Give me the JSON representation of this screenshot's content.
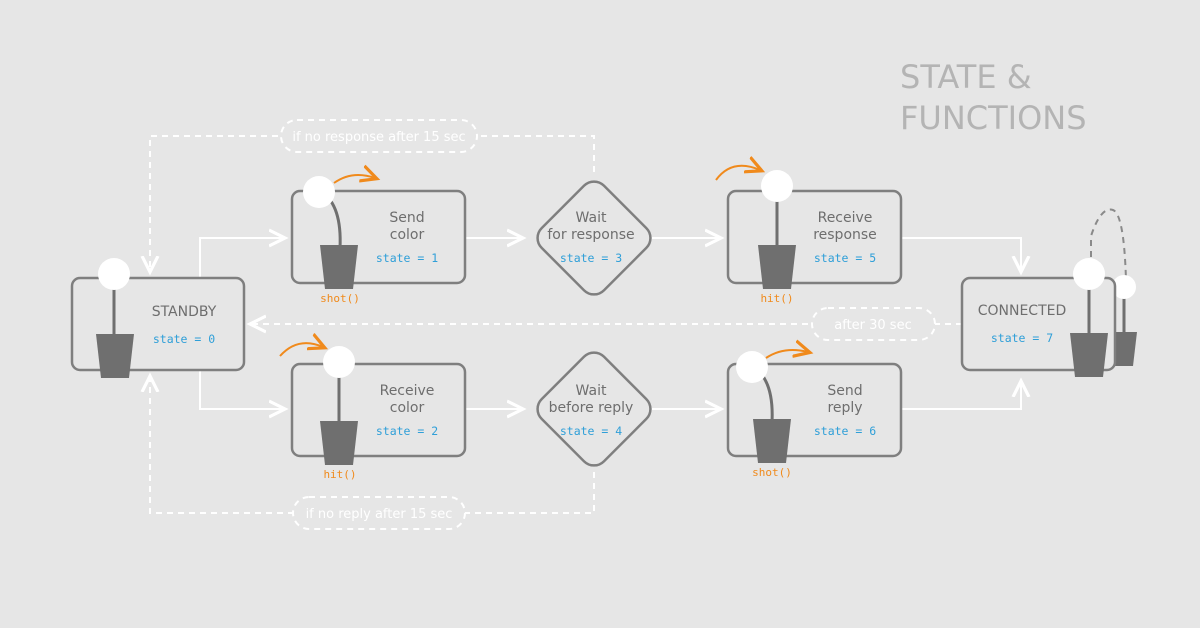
{
  "title": {
    "line1": "STATE &",
    "line2": "FUNCTIONS"
  },
  "states": {
    "standby": {
      "label1": "STANDBY",
      "label2": "",
      "state": "state = 0"
    },
    "send_color": {
      "label1": "Send",
      "label2": "color",
      "state": "state = 1",
      "fn": "shot()"
    },
    "receive_color": {
      "label1": "Receive",
      "label2": "color",
      "state": "state = 2",
      "fn": "hit()"
    },
    "wait_response": {
      "label1": "Wait",
      "label2": "for response",
      "state": "state = 3"
    },
    "wait_reply": {
      "label1": "Wait",
      "label2": "before reply",
      "state": "state = 4"
    },
    "receive_response": {
      "label1": "Receive",
      "label2": "response",
      "state": "state = 5",
      "fn": "hit()"
    },
    "send_reply": {
      "label1": "Send",
      "label2": "reply",
      "state": "state = 6",
      "fn": "shot()"
    },
    "connected": {
      "label1": "CONNECTED",
      "label2": "",
      "state": "state = 7"
    }
  },
  "notes": {
    "no_response": "if no response after 15 sec",
    "no_reply": "if no reply after 15 sec",
    "after_30": "after 30 sec"
  },
  "colors": {
    "background": "#e6e6e6",
    "box_stroke": "#7f7f7f",
    "state_text": "#2f9fd8",
    "function_text": "#f08a1c",
    "arrow": "#ffffff"
  }
}
